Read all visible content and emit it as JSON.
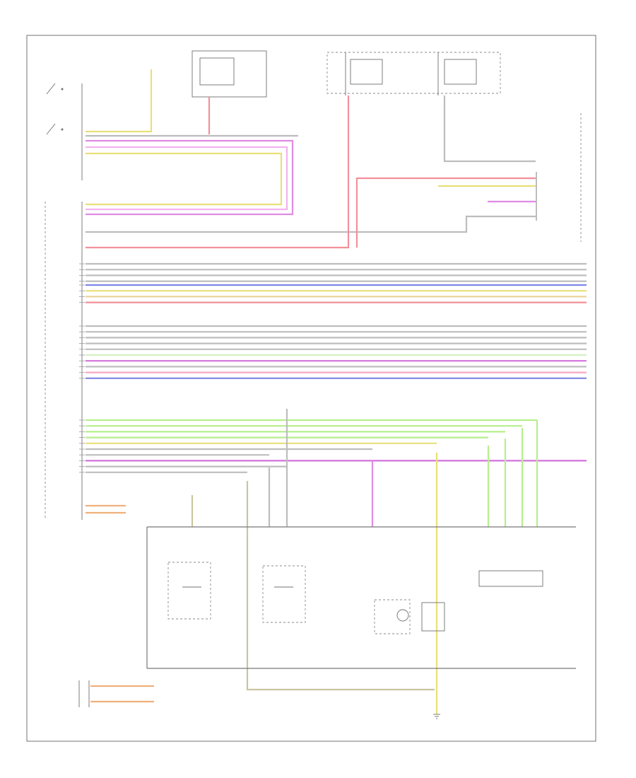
{
  "diagram_ref": "",
  "colors": {
    "gray": "#bdbdbd",
    "yellow": "#e8df7a",
    "pink": "#f7a9c2",
    "magenta": "#e08be3",
    "violet": "#d272dd",
    "green": "#b6ee8c",
    "lightgreen": "#d4f1c2",
    "blue": "#7b86e3",
    "tan": "#e9d39a",
    "olive": "#cbc59f",
    "lavender": "#d6d0f0",
    "red": "#f3909a",
    "orange": "#f0b07a",
    "frame": "#707070"
  },
  "labels": {
    "module_left": "",
    "module_bottom": "",
    "battery_left": "",
    "battery_right": "",
    "switch_top_left": "",
    "ground": ""
  },
  "wire_bundles": [
    {
      "name": "group-1",
      "colors": [
        "gray",
        "gray",
        "gray",
        "gray"
      ]
    },
    {
      "name": "group-2",
      "colors": [
        "blue",
        "yellow",
        "tan",
        "red"
      ]
    },
    {
      "name": "group-3",
      "colors": [
        "gray",
        "gray",
        "gray",
        "gray",
        "gray",
        "lightgreen",
        "violet",
        "gray",
        "pink",
        "blue"
      ]
    },
    {
      "name": "group-4",
      "colors": [
        "green",
        "green",
        "green",
        "green",
        "yellow",
        "gray",
        "gray",
        "violet",
        "gray",
        "gray"
      ]
    }
  ]
}
